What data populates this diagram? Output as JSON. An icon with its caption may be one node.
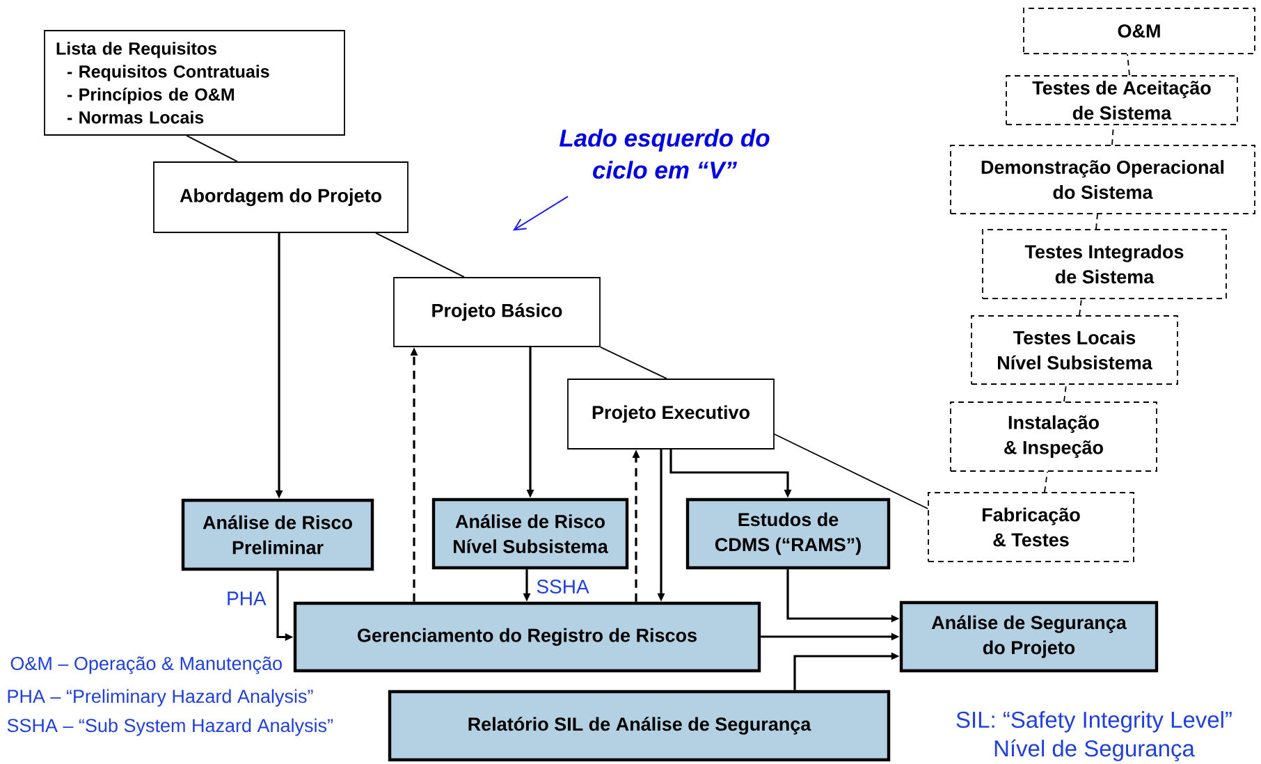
{
  "diagram": {
    "nodes": [
      {
        "text": [
          "Lista de Requisitos",
          "- Requisitos Contratuais",
          "- Princípios de O&M",
          "- Normas Locais"
        ]
      },
      {
        "text": [
          "Abordagem do Projeto"
        ]
      },
      {
        "text": [
          "Projeto Básico"
        ]
      },
      {
        "text": [
          "Projeto Executivo"
        ]
      },
      {
        "text": [
          "Fabricação & Testes"
        ]
      },
      {
        "text": [
          "Instalação & Inspeção"
        ]
      },
      {
        "text": [
          "Testes Locais Nível Subsistema"
        ]
      },
      {
        "text": [
          "Testes Integrados de Sistema"
        ]
      },
      {
        "text": [
          "Demonstração Operacional do Sistema"
        ]
      },
      {
        "text": [
          "Testes de Aceitação de Sistema"
        ]
      },
      {
        "text": [
          "O&M"
        ]
      },
      {
        "text": [
          "Análise de Risco Preliminar"
        ]
      },
      {
        "text": [
          "Análise de Risco Nível Subsistema"
        ]
      },
      {
        "text": [
          "Estudos de CDMS (“RAMS”)"
        ]
      },
      {
        "text": [
          "Gerenciamento do Registro de Riscos"
        ]
      },
      {
        "text": [
          "Análise de Segurança do Projeto"
        ]
      },
      {
        "text": [
          "Relatório SIL de Análise de Segurança"
        ]
      },
      {
        "text": [
          "Lado esquerdo do ciclo em “V”"
        ]
      }
    ],
    "edges": [
      {
        "from": 0,
        "to": 1,
        "arrow": "none"
      },
      {
        "from": 1,
        "to": 2,
        "arrow": "none"
      },
      {
        "from": 2,
        "to": 3,
        "arrow": "none"
      },
      {
        "from": 3,
        "to": 4,
        "arrow": "none"
      },
      {
        "from": 4,
        "to": 5,
        "arrow": "none",
        "style": "dashed"
      },
      {
        "from": 5,
        "to": 6,
        "arrow": "none",
        "style": "dashed"
      },
      {
        "from": 6,
        "to": 7,
        "arrow": "none",
        "style": "dashed"
      },
      {
        "from": 7,
        "to": 8,
        "arrow": "none",
        "style": "dashed"
      },
      {
        "from": 8,
        "to": 9,
        "arrow": "none",
        "style": "dashed"
      },
      {
        "from": 9,
        "to": 10,
        "arrow": "none",
        "style": "dashed"
      },
      {
        "from": 1,
        "to": 11,
        "arrow": "to"
      },
      {
        "from": 2,
        "to": 12,
        "arrow": "to"
      },
      {
        "from": 3,
        "to": 13,
        "arrow": "to"
      },
      {
        "from": 3,
        "to": 14,
        "arrow": "to"
      },
      {
        "from": 14,
        "to": 2,
        "arrow": "to",
        "style": "dashed"
      },
      {
        "from": 14,
        "to": 3,
        "arrow": "to",
        "style": "dashed"
      },
      {
        "from": 11,
        "to": 14,
        "arrow": "to",
        "label": "PHA"
      },
      {
        "from": 12,
        "to": 14,
        "arrow": "to",
        "label": "SSHA"
      },
      {
        "from": 13,
        "to": 15,
        "arrow": "to"
      },
      {
        "from": 14,
        "to": 15,
        "arrow": "to"
      },
      {
        "from": 16,
        "to": 15,
        "arrow": "to"
      },
      {
        "from": 17,
        "to": null,
        "arrow": "to",
        "color": "#1a1aff"
      }
    ],
    "labels": [
      "O&M – Operação & Manutenção",
      "PHA – “Preliminary Hazard Analysis”",
      "SSHA – “Sub System Hazard Analysis”",
      "SIL: “Safety Integrity Level” Nível de Segurança"
    ]
  }
}
